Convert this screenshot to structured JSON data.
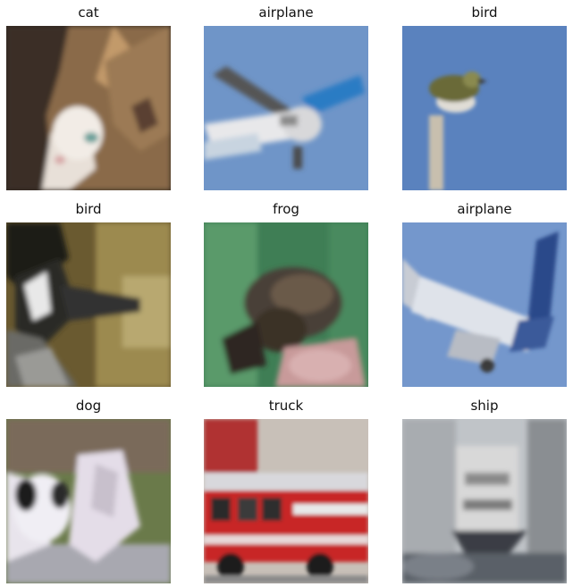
{
  "grid": {
    "images": [
      {
        "label": "cat"
      },
      {
        "label": "airplane"
      },
      {
        "label": "bird"
      },
      {
        "label": "bird"
      },
      {
        "label": "frog"
      },
      {
        "label": "airplane"
      },
      {
        "label": "dog"
      },
      {
        "label": "truck"
      },
      {
        "label": "ship"
      }
    ]
  }
}
